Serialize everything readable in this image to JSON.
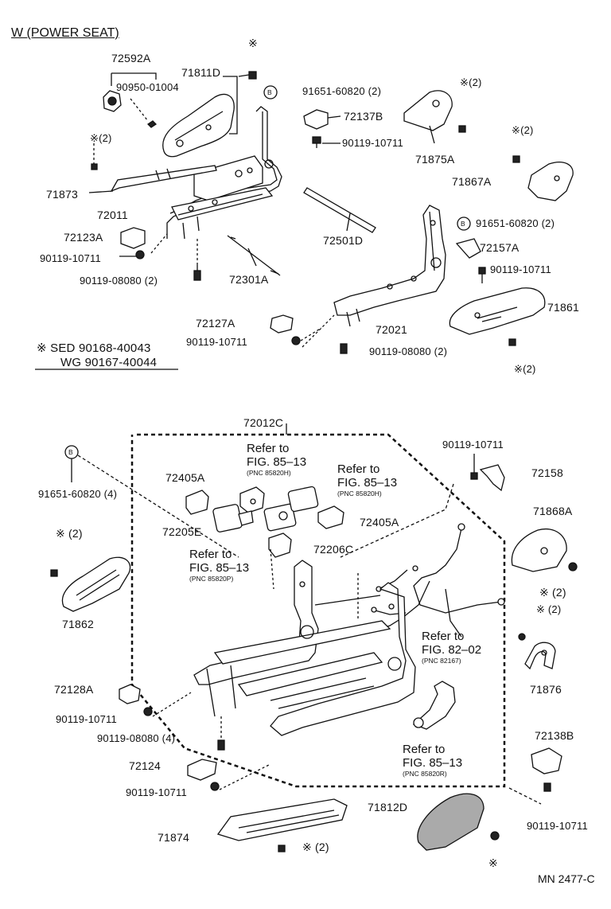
{
  "title": "W (POWER SEAT)",
  "note": {
    "line1": "※ SED 90168-40043",
    "line2": "WG 90167-40044"
  },
  "diagram_id": "MN 2477-C",
  "labels": {
    "p72592A": "72592A",
    "p90950": "90950-01004",
    "p71811D": "71811D",
    "star_a": "※",
    "p91651_a": "91651-60820 (2)",
    "p72137B": "72137B",
    "p90119_a": "90119-10711",
    "star2_a": "※(2)",
    "p71875A": "71875A",
    "star2_b": "※(2)",
    "p71867A": "71867A",
    "star2_c": "※(2)",
    "p71873": "71873",
    "p72011": "72011",
    "p72501D": "72501D",
    "p91651_b": "91651-60820 (2)",
    "p72123A": "72123A",
    "p72157A": "72157A",
    "p90119_b": "90119-10711",
    "p90119_c": "90119-10711",
    "p90119_08080_a": "90119-08080 (2)",
    "p72301A": "72301A",
    "p71861": "71861",
    "p72127A": "72127A",
    "p72021": "72021",
    "p90119_d": "90119-10711",
    "p90119_08080_b": "90119-08080 (2)",
    "star2_d": "※(2)",
    "p72012C": "72012C",
    "p90119_e": "90119-10711",
    "p72158": "72158",
    "p91651_c": "91651-60820 (4)",
    "p72405A_a": "72405A",
    "p72405A_b": "72405A",
    "p72205E": "72205E",
    "p72206C": "72206C",
    "p71868A": "71868A",
    "star2_e": "※ (2)",
    "star2_f": "※ (2)",
    "star2_g": "※ (2)",
    "p71862": "71862",
    "p71876": "71876",
    "p72128A": "72128A",
    "p90119_f": "90119-10711",
    "p90119_08080_c": "90119-08080 (4)",
    "p72124": "72124",
    "p90119_g": "90119-10711",
    "p72138B": "72138B",
    "p71812D": "71812D",
    "p90119_h": "90119-10711",
    "p71874": "71874",
    "star2_h": "※ (2)",
    "star_b": "※",
    "bolt_b1": "B",
    "bolt_b2": "B",
    "bolt_b3": "B"
  },
  "refs": {
    "r1": {
      "l1": "Refer to",
      "l2": "FIG. 85–13",
      "l3": "(PNC 85820H)"
    },
    "r2": {
      "l1": "Refer to",
      "l2": "FIG. 85–13",
      "l3": "(PNC 85820H)"
    },
    "r3": {
      "l1": "Refer to",
      "l2": "FIG. 85–13",
      "l3": "(PNC 85820P)"
    },
    "r4": {
      "l1": "Refer to",
      "l2": "FIG. 82–02",
      "l3": "(PNC 82167)"
    },
    "r5": {
      "l1": "Refer to",
      "l2": "FIG. 85–13",
      "l3": "(PNC 85820R)"
    }
  }
}
